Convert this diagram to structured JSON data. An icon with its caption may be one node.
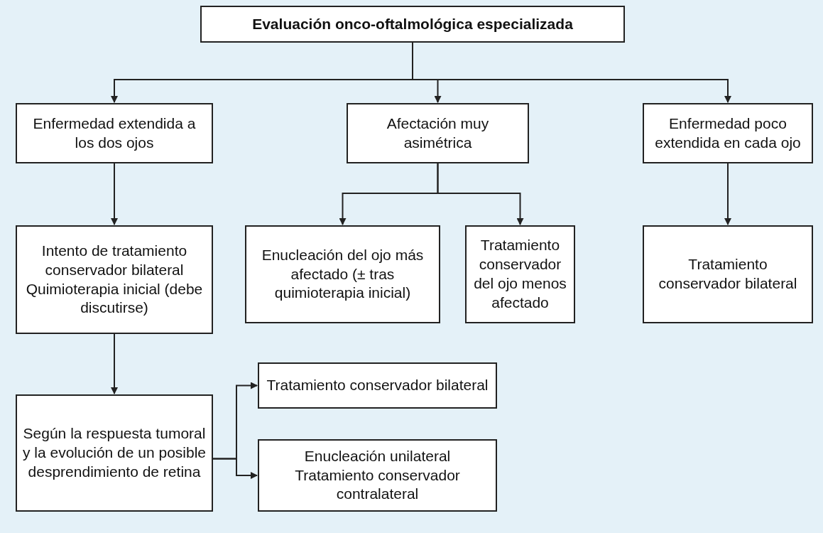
{
  "diagram": {
    "nodes": [
      {
        "text": [
          "Evaluación onco-oftalmológica especializada"
        ]
      },
      {
        "text": [
          "Enfermedad extendida a los dos ojos"
        ]
      },
      {
        "text": [
          "Afectación muy asimétrica"
        ]
      },
      {
        "text": [
          "Enfermedad poco extendida en cada ojo"
        ]
      },
      {
        "text": [
          "Intento de tratamiento conservador bilateral",
          "Quimioterapia inicial (debe discutirse)"
        ]
      },
      {
        "text": [
          "Enucleación del ojo más afectado (± tras quimioterapia inicial)"
        ]
      },
      {
        "text": [
          "Tratamiento conservador del ojo menos afectado"
        ]
      },
      {
        "text": [
          "Tratamiento conservador bilateral"
        ]
      },
      {
        "text": [
          "Según la respuesta tumoral y la evolución de un posible desprendimiento de retina"
        ]
      },
      {
        "text": [
          "Tratamiento conservador bilateral"
        ]
      },
      {
        "text": [
          "Enucleación unilateral",
          "Tratamiento conservador contralateral"
        ]
      }
    ],
    "edges": [
      {
        "from": 0,
        "to": 1,
        "arrow": "to"
      },
      {
        "from": 0,
        "to": 2,
        "arrow": "to"
      },
      {
        "from": 0,
        "to": 3,
        "arrow": "to"
      },
      {
        "from": 1,
        "to": 4,
        "arrow": "to"
      },
      {
        "from": 2,
        "to": 5,
        "arrow": "to"
      },
      {
        "from": 2,
        "to": 6,
        "arrow": "to"
      },
      {
        "from": 3,
        "to": 7,
        "arrow": "to"
      },
      {
        "from": 4,
        "to": 8,
        "arrow": "to"
      },
      {
        "from": 8,
        "to": 9,
        "arrow": "to"
      },
      {
        "from": 8,
        "to": 10,
        "arrow": "to"
      }
    ]
  }
}
